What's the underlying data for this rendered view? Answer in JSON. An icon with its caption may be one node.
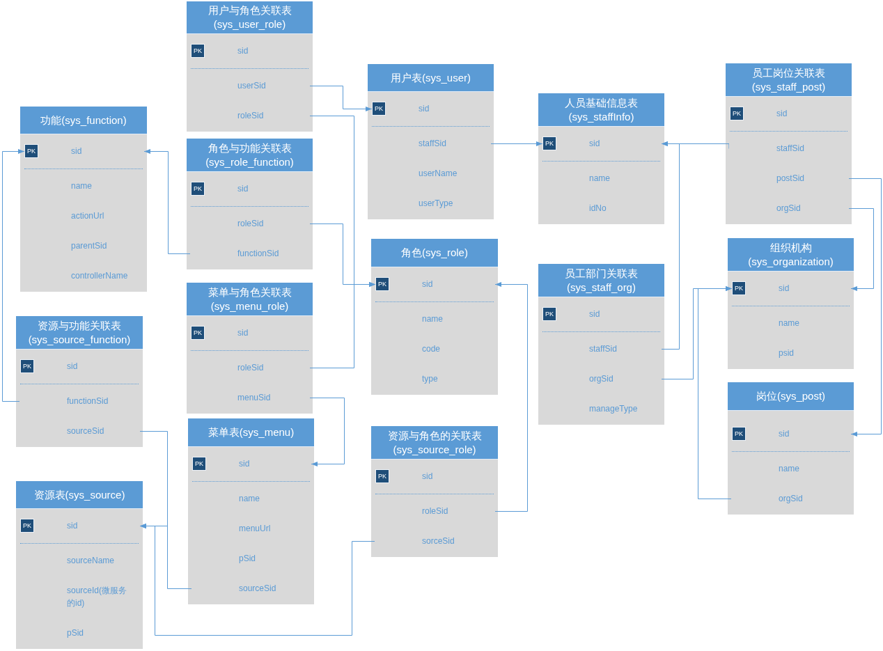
{
  "diagram": {
    "nodes": [
      {
        "text": [
          "功能(sys_function)"
        ]
      },
      {
        "text": [
          "PK"
        ],
        "in": 0
      },
      {
        "text": [
          "sid"
        ],
        "in": 0
      },
      {
        "text": [
          "name"
        ],
        "in": 0
      },
      {
        "text": [
          "actionUrl"
        ],
        "in": 0
      },
      {
        "text": [
          "parentSid"
        ],
        "in": 0
      },
      {
        "text": [
          "controllerName"
        ],
        "in": 0
      },
      {
        "text": [
          "资源与功能关联表(sys_source_function)"
        ]
      },
      {
        "text": [
          "PK"
        ],
        "in": 7
      },
      {
        "text": [
          "sid"
        ],
        "in": 7
      },
      {
        "text": [
          "functionSid"
        ],
        "in": 7
      },
      {
        "text": [
          "sourceSid"
        ],
        "in": 7
      },
      {
        "text": [
          "资源表(sys_source)"
        ]
      },
      {
        "text": [
          "PK"
        ],
        "in": 12
      },
      {
        "text": [
          "sid"
        ],
        "in": 12
      },
      {
        "text": [
          "sourceName"
        ],
        "in": 12
      },
      {
        "text": [
          "sourceId(微服务的id)"
        ],
        "in": 12
      },
      {
        "text": [
          "pSid"
        ],
        "in": 12
      },
      {
        "text": [
          "用户与角色关联表(sys_user_role)"
        ]
      },
      {
        "text": [
          "PK"
        ],
        "in": 18
      },
      {
        "text": [
          "sid"
        ],
        "in": 18
      },
      {
        "text": [
          "userSid"
        ],
        "in": 18
      },
      {
        "text": [
          "roleSid"
        ],
        "in": 18
      },
      {
        "text": [
          "角色与功能关联表(sys_role_function)"
        ]
      },
      {
        "text": [
          "PK"
        ],
        "in": 23
      },
      {
        "text": [
          "sid"
        ],
        "in": 23
      },
      {
        "text": [
          "roleSid"
        ],
        "in": 23
      },
      {
        "text": [
          "functionSid"
        ],
        "in": 23
      },
      {
        "text": [
          "菜单与角色关联表(sys_menu_role)"
        ]
      },
      {
        "text": [
          "PK"
        ],
        "in": 28
      },
      {
        "text": [
          "sid"
        ],
        "in": 28
      },
      {
        "text": [
          "roleSid"
        ],
        "in": 28
      },
      {
        "text": [
          "menuSid"
        ],
        "in": 28
      },
      {
        "text": [
          "菜单表(sys_menu)"
        ]
      },
      {
        "text": [
          "PK"
        ],
        "in": 33
      },
      {
        "text": [
          "sid"
        ],
        "in": 33
      },
      {
        "text": [
          "name"
        ],
        "in": 33
      },
      {
        "text": [
          "menuUrl"
        ],
        "in": 33
      },
      {
        "text": [
          "pSid"
        ],
        "in": 33
      },
      {
        "text": [
          "sourceSid"
        ],
        "in": 33
      },
      {
        "text": [
          "用户表(sys_user)"
        ]
      },
      {
        "text": [
          "PK"
        ],
        "in": 40
      },
      {
        "text": [
          "sid"
        ],
        "in": 40
      },
      {
        "text": [
          "staffSid"
        ],
        "in": 40
      },
      {
        "text": [
          "userName"
        ],
        "in": 40
      },
      {
        "text": [
          "userType"
        ],
        "in": 40
      },
      {
        "text": [
          "角色(sys_role)"
        ]
      },
      {
        "text": [
          "PK"
        ],
        "in": 46
      },
      {
        "text": [
          "sid"
        ],
        "in": 46
      },
      {
        "text": [
          "name"
        ],
        "in": 46
      },
      {
        "text": [
          "code"
        ],
        "in": 46
      },
      {
        "text": [
          "type"
        ],
        "in": 46
      },
      {
        "text": [
          "资源与角色的关联表(sys_source_role)"
        ]
      },
      {
        "text": [
          "PK"
        ],
        "in": 52
      },
      {
        "text": [
          "sid"
        ],
        "in": 52
      },
      {
        "text": [
          "roleSid"
        ],
        "in": 52
      },
      {
        "text": [
          "sorceSid"
        ],
        "in": 52
      },
      {
        "text": [
          "人员基础信息表(sys_staffInfo)"
        ]
      },
      {
        "text": [
          "PK"
        ],
        "in": 57
      },
      {
        "text": [
          "sid"
        ],
        "in": 57
      },
      {
        "text": [
          "name"
        ],
        "in": 57
      },
      {
        "text": [
          "idNo"
        ],
        "in": 57
      },
      {
        "text": [
          "员工部门关联表(sys_staff_org)"
        ]
      },
      {
        "text": [
          "PK"
        ],
        "in": 62
      },
      {
        "text": [
          "sid"
        ],
        "in": 62
      },
      {
        "text": [
          "staffSid"
        ],
        "in": 62
      },
      {
        "text": [
          "orgSid"
        ],
        "in": 62
      },
      {
        "text": [
          "manageType"
        ],
        "in": 62
      },
      {
        "text": [
          "员工岗位关联表(sys_staff_post)"
        ]
      },
      {
        "text": [
          "PK"
        ],
        "in": 68
      },
      {
        "text": [
          "sid"
        ],
        "in": 68
      },
      {
        "text": [
          "staffSid"
        ],
        "in": 68
      },
      {
        "text": [
          "postSid"
        ],
        "in": 68
      },
      {
        "text": [
          "orgSid"
        ],
        "in": 68
      },
      {
        "text": [
          "组织机构(sys_organization)"
        ]
      },
      {
        "text": [
          "PK"
        ],
        "in": 74
      },
      {
        "text": [
          "sid"
        ],
        "in": 74
      },
      {
        "text": [
          "name"
        ],
        "in": 74
      },
      {
        "text": [
          "psid"
        ],
        "in": 74
      },
      {
        "text": [
          "岗位(sys_post)"
        ]
      },
      {
        "text": [
          "PK"
        ],
        "in": 79
      },
      {
        "text": [
          "sid"
        ],
        "in": 79
      },
      {
        "text": [
          "name"
        ],
        "in": 79
      },
      {
        "text": [
          "orgSid"
        ],
        "in": 79
      }
    ],
    "edges": [
      {
        "from": 21,
        "to": 41,
        "arrow": "to"
      },
      {
        "from": 22,
        "to": 47,
        "arrow": "to"
      },
      {
        "from": 26,
        "to": 47,
        "arrow": "to"
      },
      {
        "from": 31,
        "to": 47,
        "arrow": "to"
      },
      {
        "from": 27,
        "to": 2,
        "arrow": "to"
      },
      {
        "from": 43,
        "to": 58,
        "arrow": "to"
      },
      {
        "from": 65,
        "to": 59,
        "arrow": "to"
      },
      {
        "from": 71,
        "to": 59,
        "arrow": "to"
      },
      {
        "from": 72,
        "to": 81,
        "arrow": "to"
      },
      {
        "from": 73,
        "to": 76,
        "arrow": "to"
      },
      {
        "from": 66,
        "to": 75,
        "arrow": "to"
      },
      {
        "from": 83,
        "to": 75,
        "arrow": "to"
      },
      {
        "from": 32,
        "to": 35,
        "arrow": "to"
      },
      {
        "from": 10,
        "to": 1,
        "arrow": "to"
      },
      {
        "from": 11,
        "to": 14,
        "arrow": "to"
      },
      {
        "from": 39,
        "to": 14,
        "arrow": "to"
      },
      {
        "from": 55,
        "to": 48,
        "arrow": "to"
      },
      {
        "from": 56,
        "to": 14,
        "arrow": "to"
      }
    ]
  }
}
